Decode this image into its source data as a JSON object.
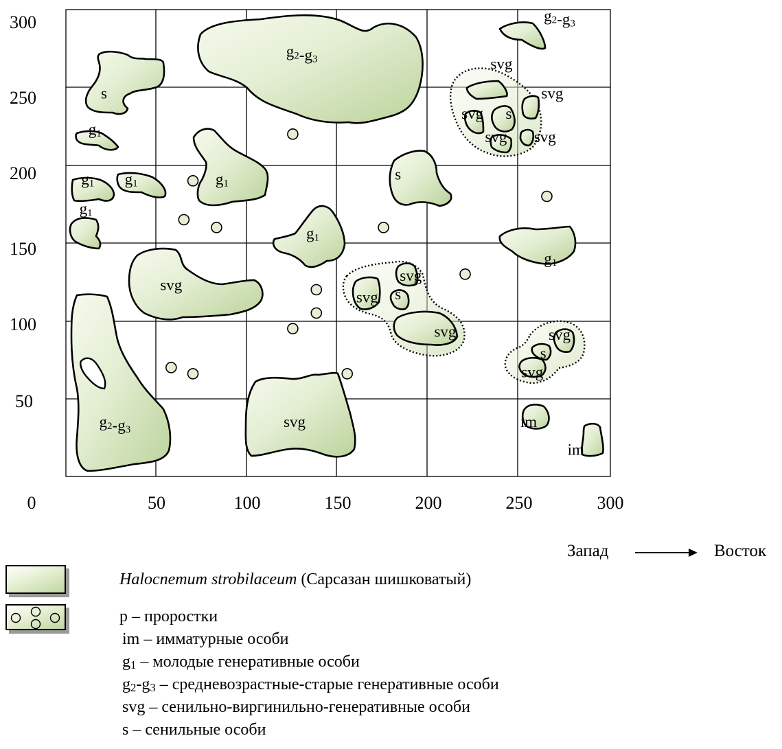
{
  "chart_data": {
    "type": "map",
    "x_ticks": [
      "0",
      "50",
      "100",
      "150",
      "200",
      "250",
      "300"
    ],
    "y_ticks": [
      "300",
      "250",
      "200",
      "150",
      "100",
      "50"
    ],
    "xlim": [
      0,
      300
    ],
    "ylim": [
      0,
      300
    ],
    "grid": true,
    "labels": [
      {
        "text": "g2-g3",
        "x": 272,
        "y": 295
      },
      {
        "text": "g2-g3",
        "x": 130,
        "y": 272
      },
      {
        "text": "svg",
        "x": 240,
        "y": 264
      },
      {
        "text": "s",
        "x": 21,
        "y": 245
      },
      {
        "text": "svg",
        "x": 268,
        "y": 245
      },
      {
        "text": "svg",
        "x": 224,
        "y": 232
      },
      {
        "text": "s",
        "x": 244,
        "y": 232
      },
      {
        "text": "g1",
        "x": 16,
        "y": 222
      },
      {
        "text": "svg",
        "x": 237,
        "y": 217
      },
      {
        "text": "svg",
        "x": 264,
        "y": 217
      },
      {
        "text": "s",
        "x": 183,
        "y": 193
      },
      {
        "text": "g1",
        "x": 12,
        "y": 190
      },
      {
        "text": "g1",
        "x": 36,
        "y": 190
      },
      {
        "text": "g1",
        "x": 86,
        "y": 190
      },
      {
        "text": "g1",
        "x": 11,
        "y": 171
      },
      {
        "text": "g1",
        "x": 136,
        "y": 155
      },
      {
        "text": "g1",
        "x": 267,
        "y": 139
      },
      {
        "text": "svg",
        "x": 190,
        "y": 128
      },
      {
        "text": "svg",
        "x": 58,
        "y": 122
      },
      {
        "text": "svg",
        "x": 166,
        "y": 114
      },
      {
        "text": "s",
        "x": 183,
        "y": 116
      },
      {
        "text": "svg",
        "x": 209,
        "y": 92
      },
      {
        "text": "svg",
        "x": 272,
        "y": 90
      },
      {
        "text": "s",
        "x": 263,
        "y": 78
      },
      {
        "text": "svg",
        "x": 257,
        "y": 66
      },
      {
        "text": "g2-g3",
        "x": 27,
        "y": 34
      },
      {
        "text": "svg",
        "x": 126,
        "y": 34
      },
      {
        "text": "im",
        "x": 255,
        "y": 34
      },
      {
        "text": "im",
        "x": 281,
        "y": 16
      }
    ],
    "seedlings": [
      {
        "x": 125,
        "y": 220
      },
      {
        "x": 70,
        "y": 190
      },
      {
        "x": 65,
        "y": 165
      },
      {
        "x": 83,
        "y": 160
      },
      {
        "x": 175,
        "y": 160
      },
      {
        "x": 265,
        "y": 180
      },
      {
        "x": 138,
        "y": 120
      },
      {
        "x": 138,
        "y": 105
      },
      {
        "x": 125,
        "y": 95
      },
      {
        "x": 220,
        "y": 130
      },
      {
        "x": 58,
        "y": 70
      },
      {
        "x": 70,
        "y": 66
      },
      {
        "x": 155,
        "y": 66
      }
    ]
  },
  "direction": {
    "from": "Запад",
    "to": "Восток"
  },
  "legend": {
    "species_latin": "Halocnemum strobilaceum",
    "species_ru": "(Сарсазан шишковатый)",
    "items": [
      "р – проростки",
      "im – имматурные особи",
      "g1 – молодые генеративные особи",
      "g2-g3 – средневозрастные-старые генеративные особи",
      "svg – сенильно-виргинильно-генеративные особи",
      "s – сенильные особи"
    ]
  },
  "colors": {
    "fill_light": "#f3f8ea",
    "fill_dark": "#c4d9a6",
    "stroke": "#000000",
    "shadow": "#a0a0a0"
  }
}
